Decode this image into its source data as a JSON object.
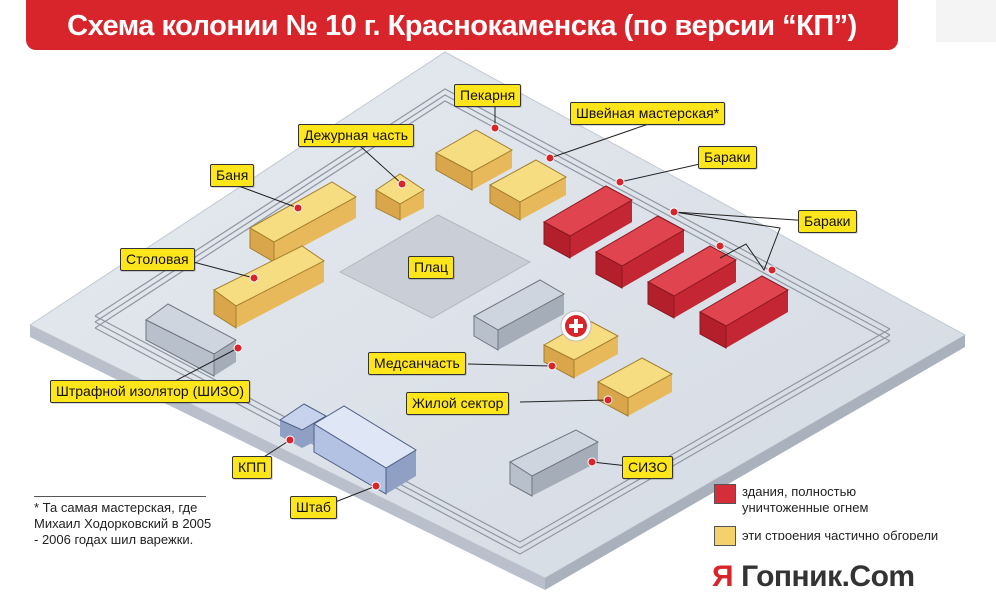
{
  "title": "Схема колонии № 10 г. Краснокаменска (по версии “КП”)",
  "colors": {
    "accent_red": "#d8252b",
    "label_yellow": "#ffe61a",
    "ground": "#dfe4ec",
    "burned_building": "#d42e3a",
    "partial_building": "#f3d26e",
    "other_building": "#b8c0cc"
  },
  "labels": {
    "pekarnya": "Пекарня",
    "shveynaya": "Швейная мастерская*",
    "dezhurnaya": "Дежурная часть",
    "banya": "Баня",
    "baraki_1": "Бараки",
    "baraki_2": "Бараки",
    "stolovaya": "Столовая",
    "plats": "Плац",
    "medsanchast": "Медсанчасть",
    "zhiloy": "Жилой сектор",
    "shizo": "Штрафной изолятор (ШИЗО)",
    "kpp": "КПП",
    "shtab": "Штаб",
    "sizo": "СИЗО"
  },
  "footnote": "* Та самая мастерская, где Михаил Ходорковский в 2005 - 2006 годах шил варежки.",
  "legend": {
    "burned": "здания, полностью уничтоженные огнем",
    "partial": "эти строения частично обгорели"
  },
  "logo": {
    "mark": "Я",
    "text": "Гопник.Com"
  }
}
